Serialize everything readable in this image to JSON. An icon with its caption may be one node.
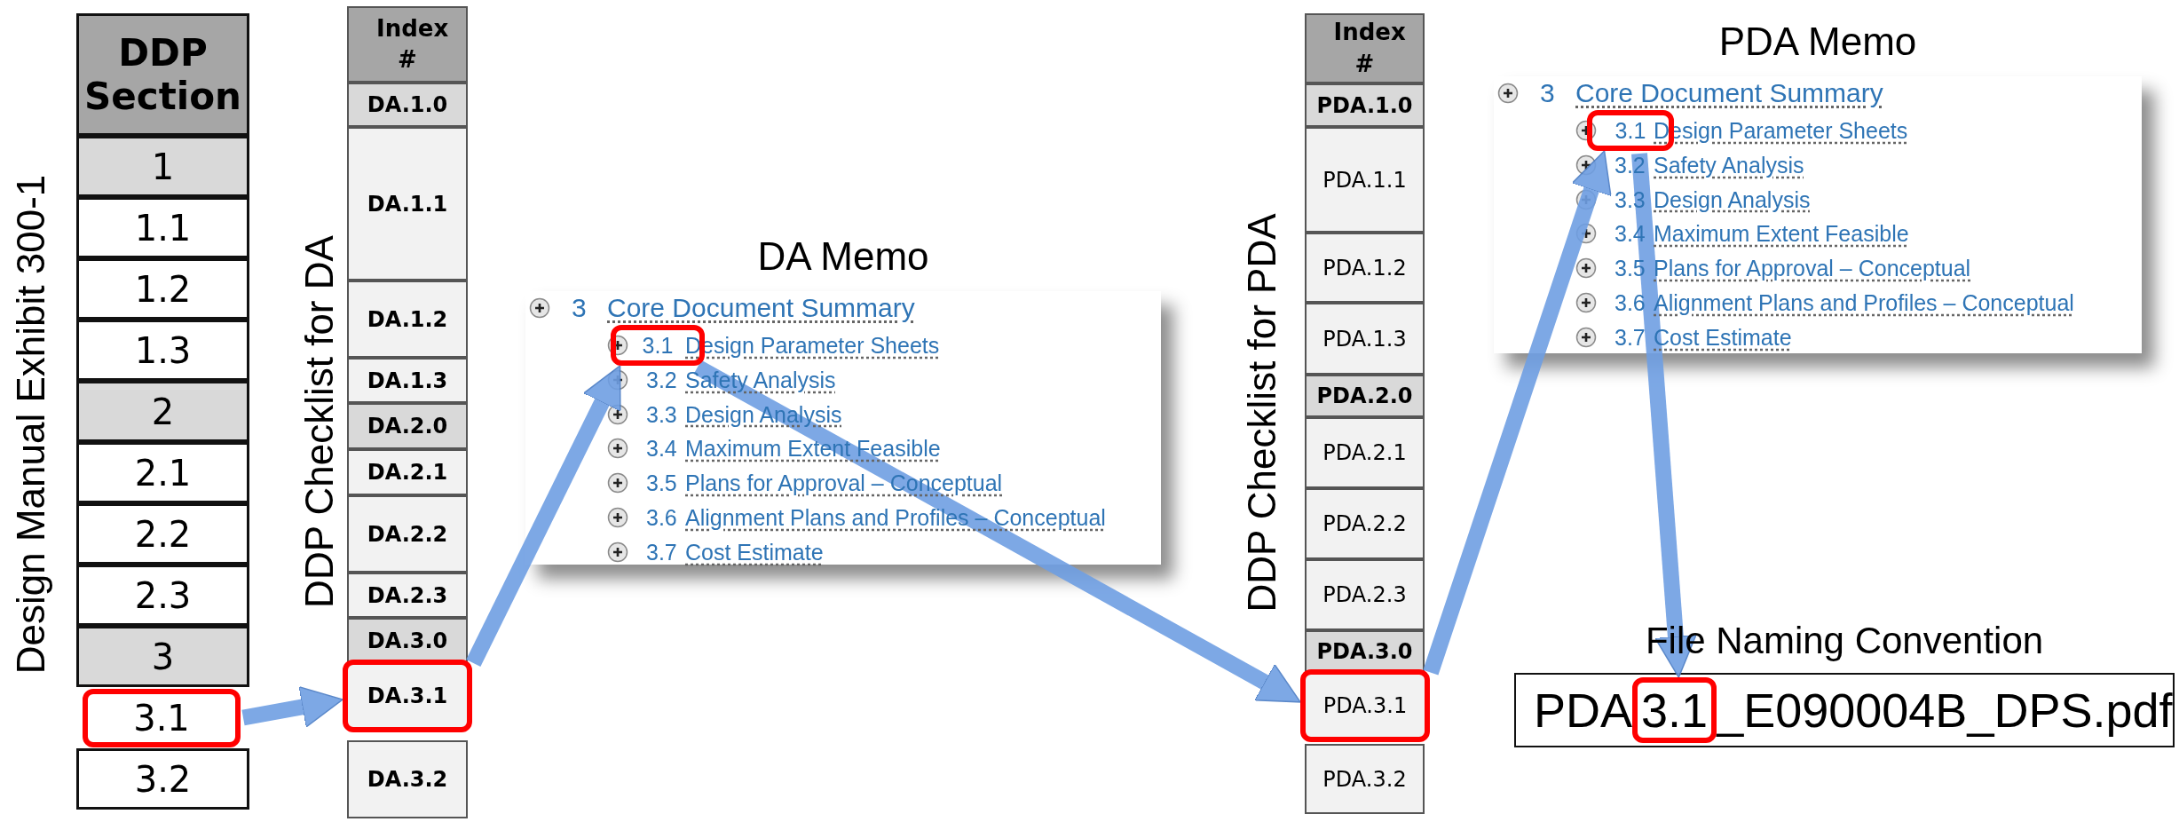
{
  "diagram": {
    "nodes": [
      {
        "text": [
          "DDP Section"
        ]
      },
      {
        "text": [
          "1"
        ]
      },
      {
        "text": [
          "1.1"
        ]
      },
      {
        "text": [
          "1.2"
        ]
      },
      {
        "text": [
          "1.3"
        ]
      },
      {
        "text": [
          "2"
        ]
      },
      {
        "text": [
          "2.1"
        ]
      },
      {
        "text": [
          "2.2"
        ]
      },
      {
        "text": [
          "2.3"
        ]
      },
      {
        "text": [
          "3"
        ]
      },
      {
        "text": [
          "3.1"
        ]
      },
      {
        "text": [
          "3.2"
        ]
      },
      {
        "text": [
          "Index #"
        ]
      },
      {
        "text": [
          "DA.1.0"
        ]
      },
      {
        "text": [
          "DA.1.1"
        ]
      },
      {
        "text": [
          "DA.1.2"
        ]
      },
      {
        "text": [
          "DA.1.3"
        ]
      },
      {
        "text": [
          "DA.2.0"
        ]
      },
      {
        "text": [
          "DA.2.1"
        ]
      },
      {
        "text": [
          "DA.2.2"
        ]
      },
      {
        "text": [
          "DA.2.3"
        ]
      },
      {
        "text": [
          "DA.3.0"
        ]
      },
      {
        "text": [
          "DA.3.1"
        ]
      },
      {
        "text": [
          "DA.3.2"
        ]
      },
      {
        "text": [
          "DA Memo",
          "3",
          "Core Document Summary",
          "Design Parameter Sheets",
          "3.2",
          "Safety Analysis",
          "3.3",
          "Design Analysis",
          "3.4",
          "Maximum Extent Feasible",
          "3.5",
          "Plans for Approval – Conceptual",
          "3.6",
          "Alignment Plans and Profiles – Conceptual",
          "3.7",
          "Cost Estimate"
        ]
      },
      {
        "text": [
          "3.1"
        ],
        "in": 24
      },
      {
        "text": [
          "Index #"
        ]
      },
      {
        "text": [
          "PDA.1.0"
        ]
      },
      {
        "text": [
          "PDA.1.1"
        ]
      },
      {
        "text": [
          "PDA.1.2"
        ]
      },
      {
        "text": [
          "PDA.1.3"
        ]
      },
      {
        "text": [
          "PDA.2.0"
        ]
      },
      {
        "text": [
          "PDA.2.1"
        ]
      },
      {
        "text": [
          "PDA.2.2"
        ]
      },
      {
        "text": [
          "PDA.2.3"
        ]
      },
      {
        "text": [
          "PDA.3.0"
        ]
      },
      {
        "text": [
          "PDA.3.1"
        ]
      },
      {
        "text": [
          "PDA.3.2"
        ]
      },
      {
        "text": [
          "PDA Memo",
          "3",
          "Core Document Summary",
          "Design Parameter Sheets",
          "3.2",
          "Safety Analysis",
          "3.3",
          "Design Analysis",
          "3.4",
          "Maximum Extent Feasible",
          "3.5",
          "Plans for Approval – Conceptual",
          "3.6",
          "Alignment Plans and Profiles – Conceptual",
          "3.7",
          "Cost Estimate"
        ]
      },
      {
        "text": [
          "3.1"
        ],
        "in": 38
      },
      {
        "text": [
          "File Naming Convention",
          "PDA",
          "_E090004B_DPS.pdf"
        ]
      },
      {
        "text": [
          "3.1"
        ],
        "in": 40
      }
    ],
    "edges": [
      {
        "from": 10,
        "to": 22,
        "arrow": "to"
      },
      {
        "from": 22,
        "to": 25,
        "arrow": "to"
      },
      {
        "from": 25,
        "to": 36,
        "arrow": "to"
      },
      {
        "from": 36,
        "to": 39,
        "arrow": "to"
      },
      {
        "from": 39,
        "to": 41,
        "arrow": "to"
      }
    ],
    "labels": [
      "Design Manual Exhibit 300-1",
      "DDP Checklist for DA",
      "DDP Checklist for PDA"
    ]
  }
}
